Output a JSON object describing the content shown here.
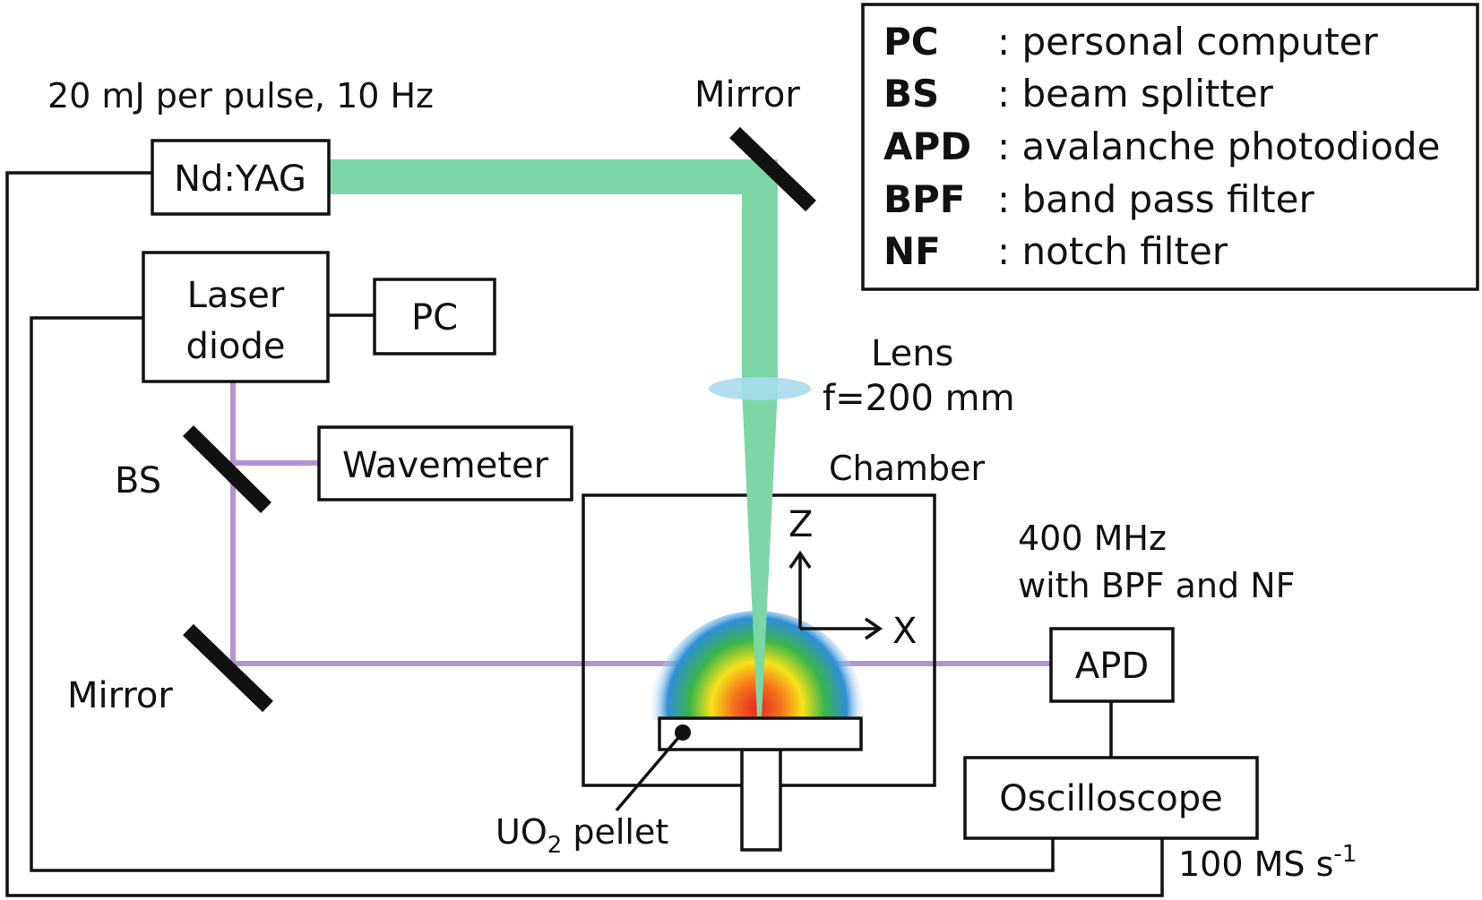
{
  "labels": {
    "laser_spec": "20 mJ per pulse, 10 Hz",
    "nd_yag": "Nd:YAG",
    "mirror_top": "Mirror",
    "laser_diode_line1": "Laser",
    "laser_diode_line2": "diode",
    "pc": "PC",
    "bs": "BS",
    "wavemeter": "Wavemeter",
    "mirror_bottom": "Mirror",
    "lens_line1": "Lens",
    "lens_line2": "f=200 mm",
    "chamber": "Chamber",
    "axis_z": "Z",
    "axis_x": "X",
    "apd_spec_line1": "400 MHz",
    "apd_spec_line2": "with BPF and NF",
    "apd": "APD",
    "oscilloscope": "Oscilloscope",
    "pellet_prefix": "UO",
    "pellet_sub": "2",
    "pellet_suffix": " pellet",
    "sampling_prefix": "100 MS s",
    "sampling_sup": "-1"
  },
  "legend": [
    {
      "abbr": "PC",
      "desc": ": personal computer"
    },
    {
      "abbr": "BS",
      "desc": ": beam splitter"
    },
    {
      "abbr": "APD",
      "desc": ": avalanche photodiode"
    },
    {
      "abbr": "BPF",
      "desc": ": band pass filter"
    },
    {
      "abbr": "NF",
      "desc": ": notch filter"
    }
  ],
  "colors": {
    "pump_beam": "#7dd6a6",
    "probe_beam": "#b593d3",
    "lens": "#a9dcf0",
    "line": "#111111"
  }
}
